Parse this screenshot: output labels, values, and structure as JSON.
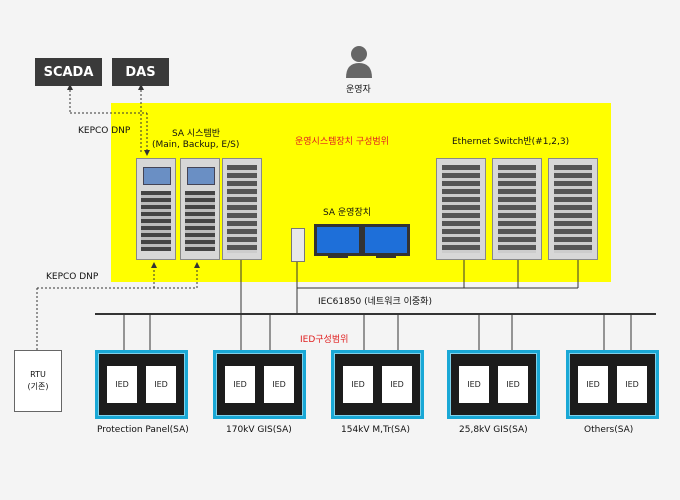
{
  "external": {
    "scada": "SCADA",
    "das": "DAS",
    "operator": "운영자",
    "kepco_dnp_top": "KEPCO DNP",
    "kepco_dnp_left": "KEPCO DNP"
  },
  "sa_zone": {
    "scope_label": "운영시스템장치 구성범위",
    "sa_panel_title": "SA 시스템반",
    "sa_panel_sub": "(Main, Backup, E/S)",
    "switch_title": "Ethernet Switch반(#1,2,3)",
    "operation_unit": "SA 운영장치"
  },
  "network": {
    "bus_label": "IEC61850 (네트워크 이중화)",
    "ied_scope": "IED구성범위"
  },
  "rtu": {
    "line1": "RTU",
    "line2": "(기존)"
  },
  "ied_groups": [
    {
      "label": "Protection Panel(SA)",
      "ied": [
        "IED",
        "IED"
      ]
    },
    {
      "label": "170kV GIS(SA)",
      "ied": [
        "IED",
        "IED"
      ]
    },
    {
      "label": "154kV M,Tr(SA)",
      "ied": [
        "IED",
        "IED"
      ]
    },
    {
      "label": "25,8kV GIS(SA)",
      "ied": [
        "IED",
        "IED"
      ]
    },
    {
      "label": "Others(SA)",
      "ied": [
        "IED",
        "IED"
      ]
    }
  ]
}
